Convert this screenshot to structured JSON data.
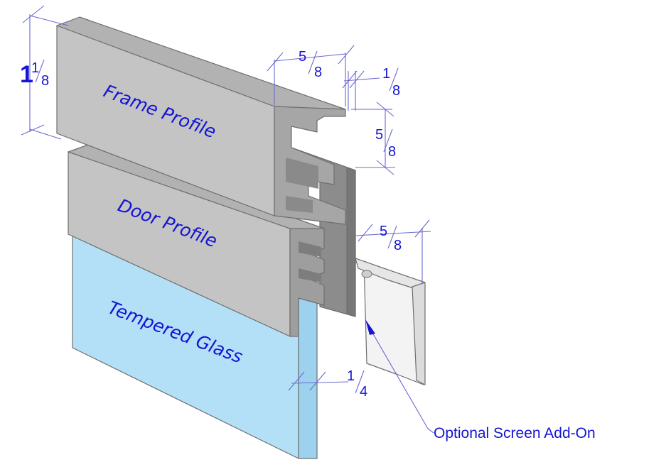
{
  "labels": {
    "frame": "Frame Profile",
    "door": "Door Profile",
    "glass": "Tempered Glass",
    "screen_note": "Optional Screen Add-On"
  },
  "dimensions": {
    "frame_height": {
      "whole": "1",
      "num": "1",
      "den": "8"
    },
    "frame_top_width": {
      "num": "5",
      "den": "8"
    },
    "frame_lip": {
      "num": "1",
      "den": "8"
    },
    "frame_channel": {
      "num": "5",
      "den": "8"
    },
    "door_depth": {
      "num": "5",
      "den": "8"
    },
    "glass_thickness": {
      "num": "1",
      "den": "4"
    }
  },
  "colors": {
    "annotation": "#1414d2",
    "dimension_line": "#6a6ad0",
    "aluminum_face": "#c4c4c4",
    "aluminum_top": "#b2b2b2",
    "aluminum_dark": "#8c8c8c",
    "glass_face": "#b3e0f7",
    "glass_edge": "#9dd2ee",
    "screen": "#f3f3f3"
  }
}
